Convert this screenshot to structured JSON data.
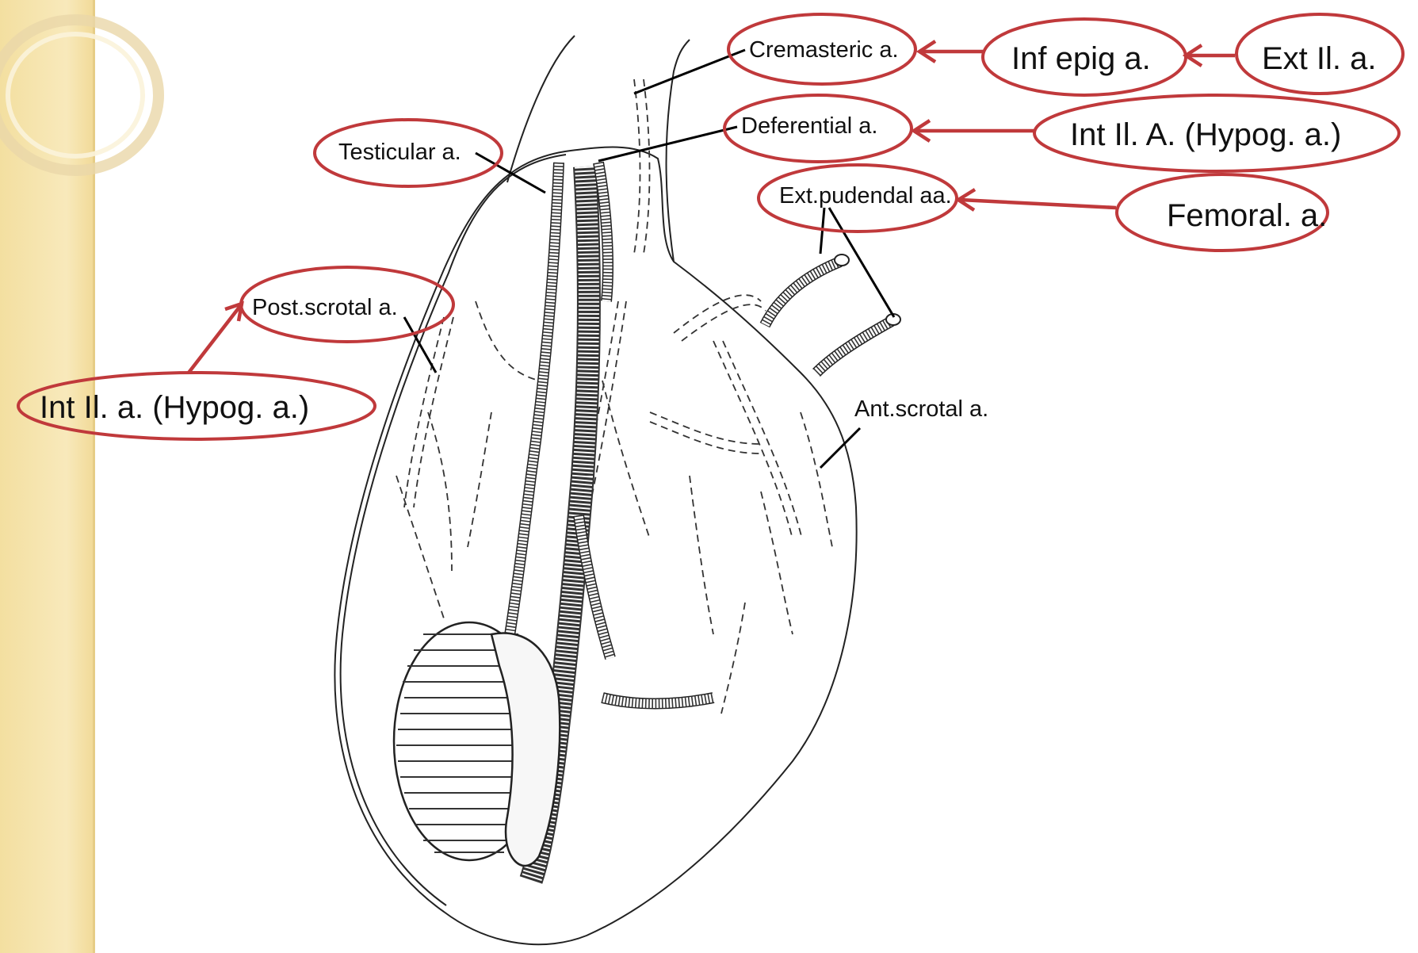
{
  "labels": {
    "cremasteric": "Cremasteric a.",
    "deferential": "Deferential a.",
    "testicular": "Testicular a.",
    "ext_pudendal": "Ext.pudendal aa.",
    "post_scrotal": "Post.scrotal a.",
    "ant_scrotal": "Ant.scrotal a."
  },
  "sources": {
    "inf_epig": "Inf epig a.",
    "ext_il": "Ext Il. a.",
    "int_il_upper": "Int Il. A. (Hypog. a.)",
    "femoral": "Femoral. a.",
    "int_il_left": "Int Il. a. (Hypog. a.)"
  },
  "colors": {
    "annotation_red": "#c0393b",
    "sidebar_gold": "#f3dfa0"
  }
}
